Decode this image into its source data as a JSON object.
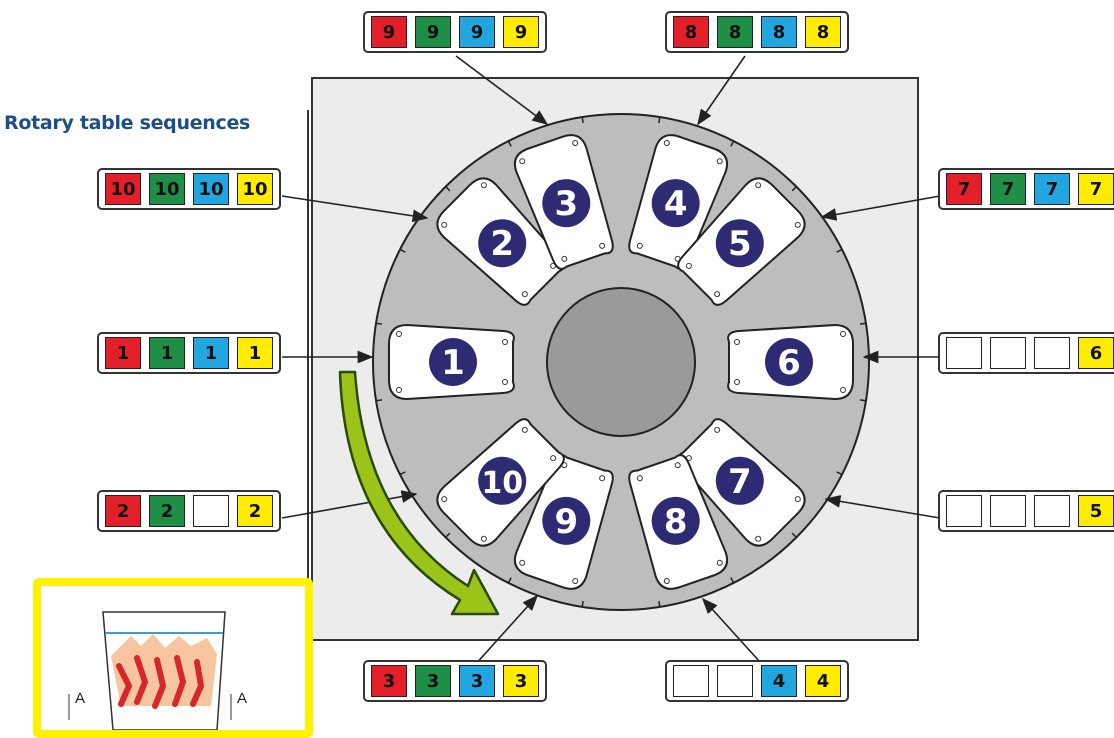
{
  "title": "Rotary table sequences",
  "colors": {
    "red": "#e3202a",
    "green": "#1f8f47",
    "blue": "#22a6e0",
    "yellow": "#ffec00",
    "title": "#1c4f87",
    "station_disc": "#2e2a74",
    "arrow": "#9bc31a"
  },
  "stations": [
    "1",
    "2",
    "3",
    "4",
    "5",
    "6",
    "7",
    "8",
    "9",
    "10"
  ],
  "sequences": [
    {
      "id": "seq-9",
      "cells": [
        {
          "c": "red",
          "t": "9"
        },
        {
          "c": "green",
          "t": "9"
        },
        {
          "c": "blue",
          "t": "9"
        },
        {
          "c": "yellow",
          "t": "9"
        }
      ]
    },
    {
      "id": "seq-8",
      "cells": [
        {
          "c": "red",
          "t": "8"
        },
        {
          "c": "green",
          "t": "8"
        },
        {
          "c": "blue",
          "t": "8"
        },
        {
          "c": "yellow",
          "t": "8"
        }
      ]
    },
    {
      "id": "seq-10",
      "cells": [
        {
          "c": "red",
          "t": "10"
        },
        {
          "c": "green",
          "t": "10"
        },
        {
          "c": "blue",
          "t": "10"
        },
        {
          "c": "yellow",
          "t": "10"
        }
      ]
    },
    {
      "id": "seq-7",
      "cells": [
        {
          "c": "red",
          "t": "7"
        },
        {
          "c": "green",
          "t": "7"
        },
        {
          "c": "blue",
          "t": "7"
        },
        {
          "c": "yellow",
          "t": "7"
        }
      ]
    },
    {
      "id": "seq-1",
      "cells": [
        {
          "c": "red",
          "t": "1"
        },
        {
          "c": "green",
          "t": "1"
        },
        {
          "c": "blue",
          "t": "1"
        },
        {
          "c": "yellow",
          "t": "1"
        }
      ]
    },
    {
      "id": "seq-6",
      "cells": [
        {
          "c": "empty",
          "t": ""
        },
        {
          "c": "empty",
          "t": ""
        },
        {
          "c": "empty",
          "t": ""
        },
        {
          "c": "yellow",
          "t": "6"
        }
      ]
    },
    {
      "id": "seq-2",
      "cells": [
        {
          "c": "red",
          "t": "2"
        },
        {
          "c": "green",
          "t": "2"
        },
        {
          "c": "empty",
          "t": ""
        },
        {
          "c": "yellow",
          "t": "2"
        }
      ]
    },
    {
      "id": "seq-5",
      "cells": [
        {
          "c": "empty",
          "t": ""
        },
        {
          "c": "empty",
          "t": ""
        },
        {
          "c": "empty",
          "t": ""
        },
        {
          "c": "yellow",
          "t": "5"
        }
      ]
    },
    {
      "id": "seq-3",
      "cells": [
        {
          "c": "red",
          "t": "3"
        },
        {
          "c": "green",
          "t": "3"
        },
        {
          "c": "blue",
          "t": "3"
        },
        {
          "c": "yellow",
          "t": "3"
        }
      ]
    },
    {
      "id": "seq-4",
      "cells": [
        {
          "c": "empty",
          "t": ""
        },
        {
          "c": "empty",
          "t": ""
        },
        {
          "c": "blue",
          "t": "4"
        },
        {
          "c": "yellow",
          "t": "4"
        }
      ]
    }
  ],
  "inset": {
    "label_left": "A",
    "label_right": "A"
  }
}
